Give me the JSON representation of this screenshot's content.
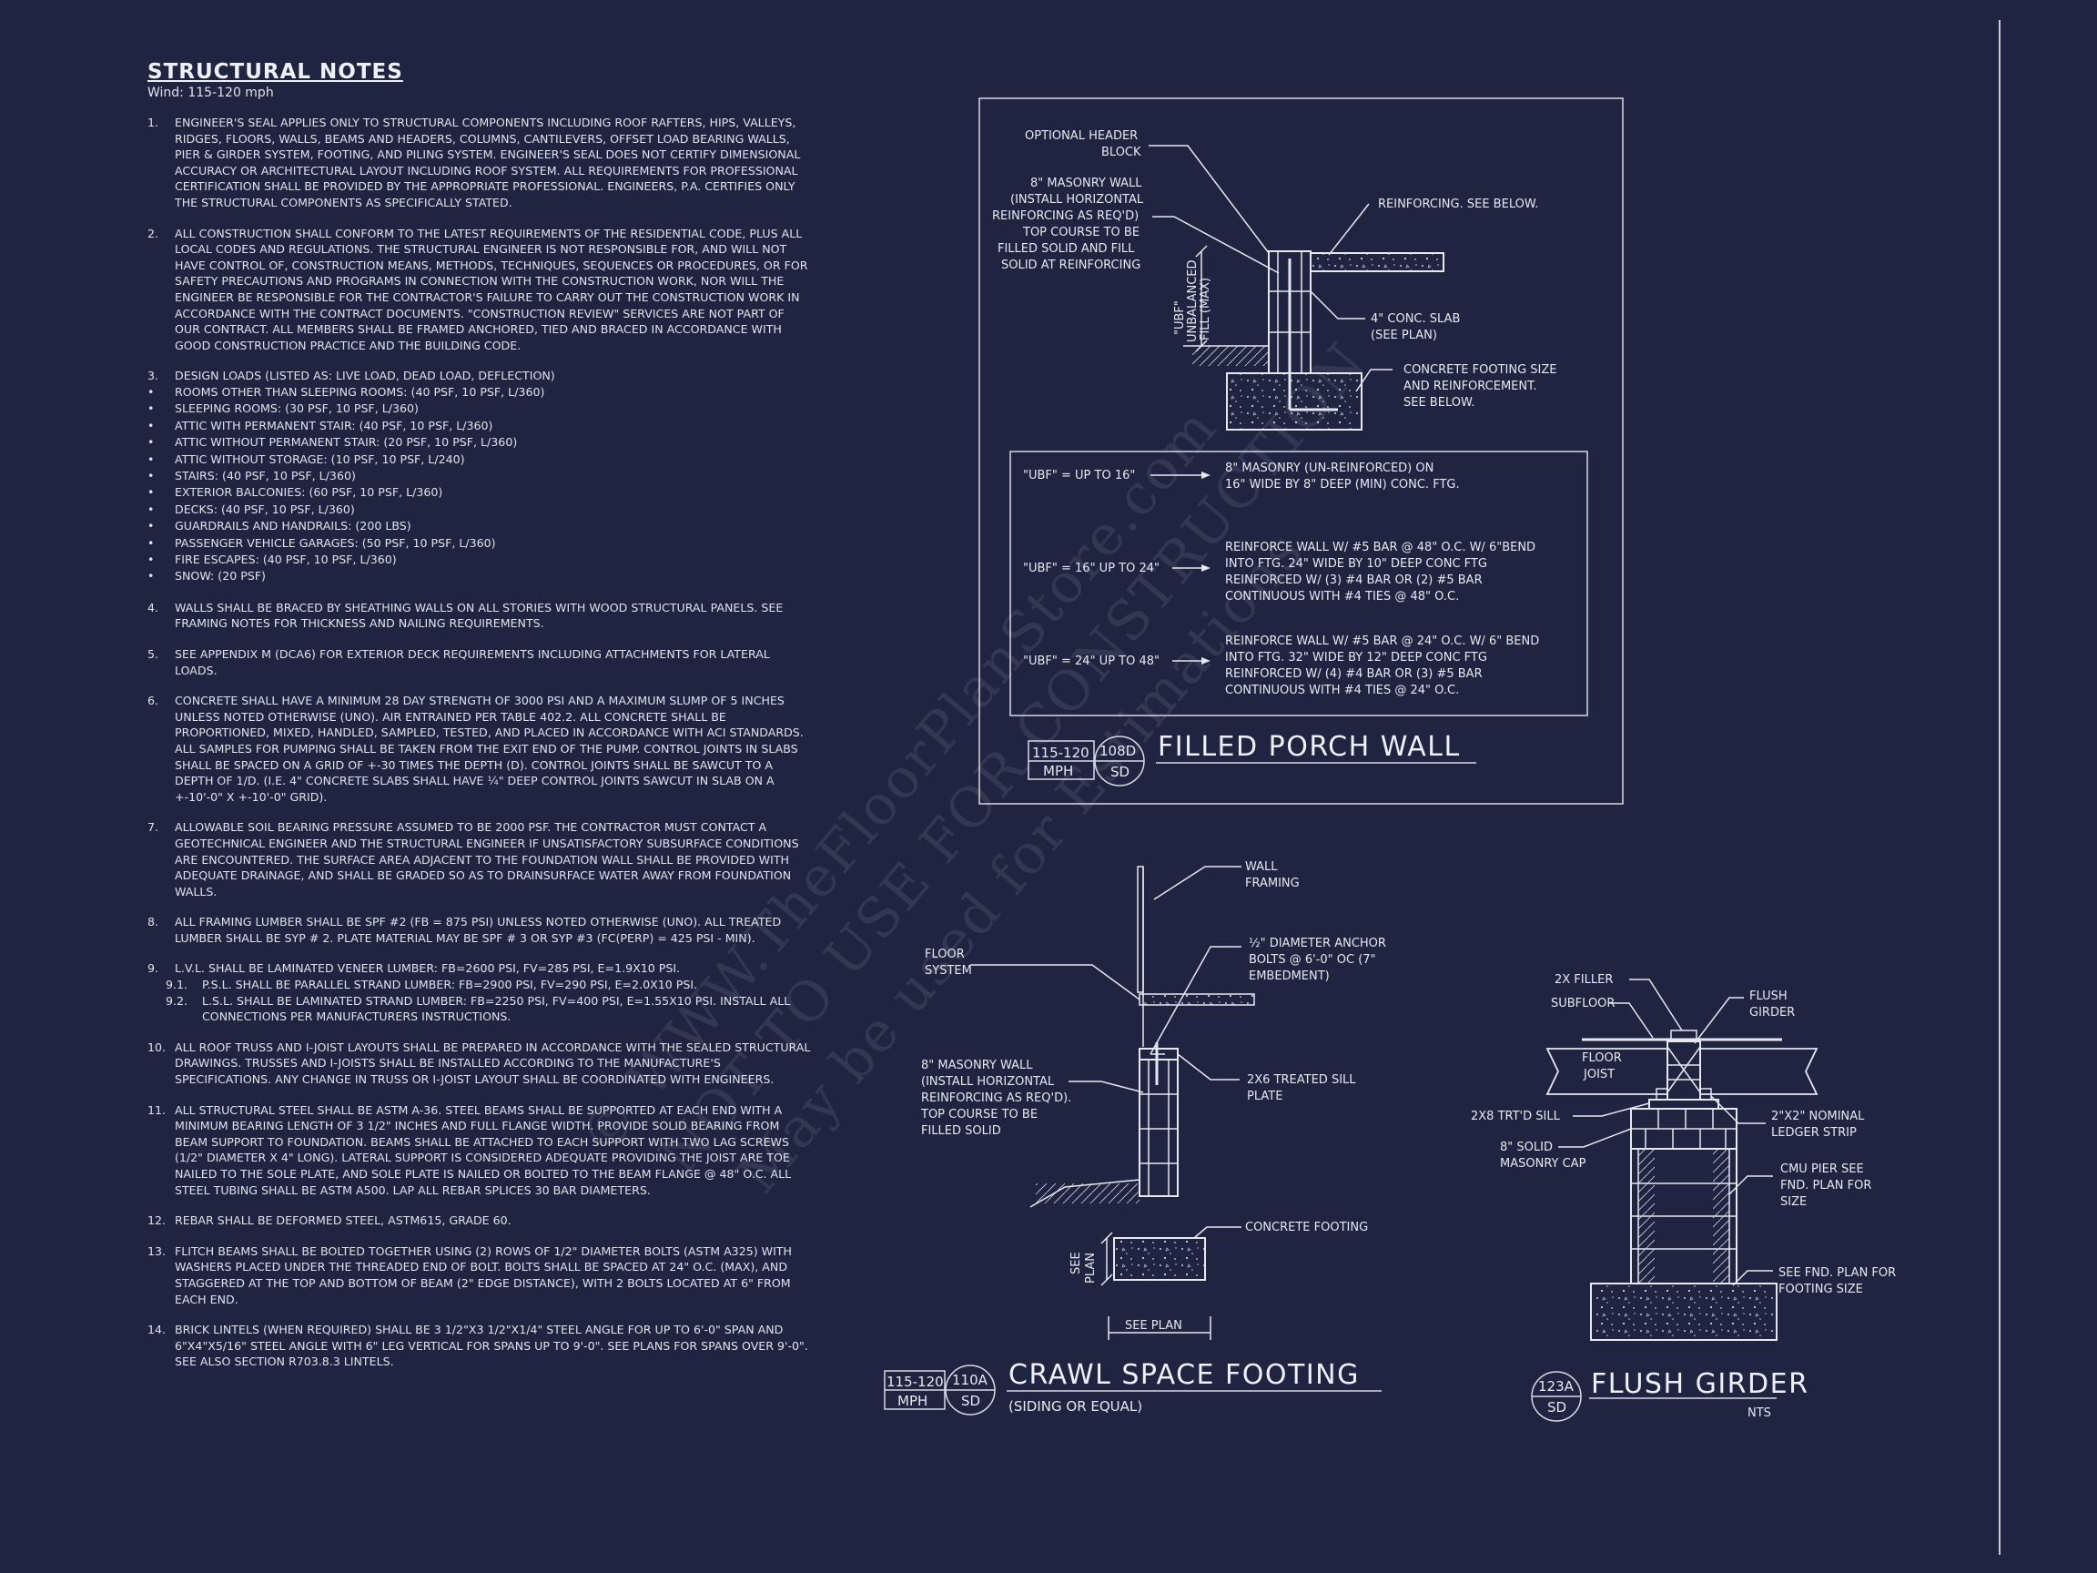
{
  "notes": {
    "title": "STRUCTURAL NOTES",
    "subtitle": "Wind: 115-120 mph",
    "items": [
      {
        "num": "1.",
        "text": "ENGINEER'S SEAL APPLIES ONLY TO STRUCTURAL COMPONENTS INCLUDING ROOF RAFTERS, HIPS, VALLEYS, RIDGES, FLOORS, WALLS, BEAMS AND HEADERS, COLUMNS, CANTILEVERS, OFFSET LOAD BEARING WALLS, PIER & GIRDER SYSTEM, FOOTING, AND PILING SYSTEM. ENGINEER'S SEAL DOES NOT CERTIFY DIMENSIONAL ACCURACY OR ARCHITECTURAL LAYOUT INCLUDING ROOF SYSTEM. ALL REQUIREMENTS FOR PROFESSIONAL CERTIFICATION SHALL BE PROVIDED BY THE APPROPRIATE PROFESSIONAL. ENGINEERS, P.A. CERTIFIES ONLY THE STRUCTURAL COMPONENTS AS SPECIFICALLY STATED."
      },
      {
        "num": "2.",
        "text": "ALL CONSTRUCTION SHALL CONFORM TO THE LATEST REQUIREMENTS OF THE RESIDENTIAL CODE, PLUS ALL LOCAL CODES AND REGULATIONS. THE STRUCTURAL ENGINEER IS NOT RESPONSIBLE FOR, AND WILL NOT HAVE CONTROL OF, CONSTRUCTION MEANS, METHODS, TECHNIQUES, SEQUENCES OR PROCEDURES, OR FOR SAFETY PRECAUTIONS AND PROGRAMS IN CONNECTION WITH THE CONSTRUCTION WORK, NOR WILL THE ENGINEER BE RESPONSIBLE FOR THE CONTRACTOR'S FAILURE TO CARRY OUT THE CONSTRUCTION WORK IN ACCORDANCE WITH THE CONTRACT DOCUMENTS. \"CONSTRUCTION REVIEW\" SERVICES ARE NOT PART OF OUR CONTRACT. ALL MEMBERS SHALL BE FRAMED ANCHORED, TIED AND BRACED IN ACCORDANCE WITH GOOD CONSTRUCTION PRACTICE AND THE BUILDING CODE."
      },
      {
        "num": "3.",
        "text": "DESIGN LOADS (LISTED AS: LIVE LOAD, DEAD LOAD, DEFLECTION)",
        "bullets": [
          "ROOMS OTHER THAN SLEEPING ROOMS: (40 PSF, 10 PSF, L/360)",
          "SLEEPING ROOMS: (30 PSF, 10 PSF, L/360)",
          "ATTIC WITH PERMANENT STAIR: (40 PSF, 10 PSF, L/360)",
          "ATTIC WITHOUT PERMANENT STAIR: (20 PSF, 10 PSF, L/360)",
          "ATTIC WITHOUT STORAGE: (10 PSF, 10 PSF, L/240)",
          "STAIRS: (40 PSF, 10 PSF, L/360)",
          "EXTERIOR BALCONIES: (60 PSF, 10 PSF, L/360)",
          "DECKS: (40 PSF, 10 PSF, L/360)",
          "GUARDRAILS AND HANDRAILS: (200 LBS)",
          "PASSENGER VEHICLE GARAGES: (50 PSF, 10 PSF, L/360)",
          "FIRE ESCAPES: (40 PSF, 10 PSF, L/360)",
          "SNOW: (20 PSF)"
        ]
      },
      {
        "num": "4.",
        "text": "WALLS SHALL BE BRACED BY SHEATHING WALLS ON ALL STORIES WITH WOOD STRUCTURAL PANELS. SEE FRAMING NOTES FOR THICKNESS AND NAILING REQUIREMENTS."
      },
      {
        "num": "5.",
        "text": "SEE APPENDIX M (DCA6) FOR EXTERIOR DECK REQUIREMENTS INCLUDING ATTACHMENTS FOR LATERAL LOADS."
      },
      {
        "num": "6.",
        "text": "CONCRETE SHALL HAVE A MINIMUM 28 DAY STRENGTH OF 3000 PSI AND A MAXIMUM SLUMP OF 5 INCHES UNLESS NOTED OTHERWISE (UNO). AIR ENTRAINED PER TABLE 402.2. ALL CONCRETE SHALL BE PROPORTIONED, MIXED, HANDLED, SAMPLED, TESTED, AND PLACED IN ACCORDANCE WITH ACI STANDARDS. ALL SAMPLES FOR PUMPING SHALL BE TAKEN FROM THE EXIT END OF THE PUMP. CONTROL JOINTS IN SLABS SHALL BE SPACED ON A GRID OF +-30 TIMES THE DEPTH (D). CONTROL JOINTS SHALL BE SAWCUT TO A DEPTH OF 1/D. (I.E. 4\" CONCRETE SLABS SHALL HAVE ¼\" DEEP CONTROL JOINTS SAWCUT IN SLAB ON A +-10'-0\" x +-10'-0\" GRID)."
      },
      {
        "num": "7.",
        "text": "ALLOWABLE SOIL BEARING PRESSURE ASSUMED TO BE 2000 PSF. THE CONTRACTOR MUST CONTACT A GEOTECHNICAL ENGINEER AND THE STRUCTURAL ENGINEER IF UNSATISFACTORY SUBSURFACE CONDITIONS ARE ENCOUNTERED. THE SURFACE AREA ADJACENT TO THE FOUNDATION WALL SHALL BE PROVIDED WITH ADEQUATE DRAINAGE, AND SHALL BE GRADED SO AS TO DRAINSURFACE WATER AWAY FROM FOUNDATION WALLS."
      },
      {
        "num": "8.",
        "text": "ALL FRAMING LUMBER SHALL BE SPF #2 (Fb = 875 PSI) UNLESS NOTED OTHERWISE (UNO). ALL TREATED LUMBER SHALL BE SYP # 2. PLATE MATERIAL MAY BE SPF # 3 OR SYP #3 (Fc(perp) = 425 PSI - MIN)."
      },
      {
        "num": "9.",
        "text": "L.V.L. SHALL BE LAMINATED VENEER LUMBER: Fb=2600 PSI, Fv=285 PSI, E=1.9x10 PSI.",
        "subs": [
          {
            "num": "9.1.",
            "text": "P.S.L. SHALL BE PARALLEL STRAND LUMBER: Fb=2900 PSI, Fv=290 PSI, E=2.0x10 PSI."
          },
          {
            "num": "9.2.",
            "text": "L.S.L. SHALL BE LAMINATED STRAND LUMBER: Fb=2250 PSI, Fv=400 PSI, E=1.55x10 PSI. INSTALL ALL CONNECTIONS PER MANUFACTURERS INSTRUCTIONS."
          }
        ]
      },
      {
        "num": "10.",
        "text": "ALL ROOF TRUSS AND I-JOIST LAYOUTS SHALL BE PREPARED IN ACCORDANCE WITH THE SEALED STRUCTURAL DRAWINGS. TRUSSES AND I-JOISTS SHALL BE INSTALLED ACCORDING TO THE MANUFACTURE'S SPECIFICATIONS. ANY CHANGE IN TRUSS OR I-JOIST LAYOUT SHALL BE COORDINATED WITH ENGINEERS."
      },
      {
        "num": "11.",
        "text": "ALL STRUCTURAL STEEL SHALL BE ASTM A-36. STEEL BEAMS SHALL BE SUPPORTED AT EACH END WITH A MINIMUM BEARING LENGTH OF 3 1/2\" INCHES AND FULL FLANGE WIDTH. PROVIDE SOLID BEARING FROM BEAM SUPPORT TO FOUNDATION. BEAMS SHALL BE ATTACHED TO EACH SUPPORT WITH TWO LAG SCREWS (1/2\" DIAMETER x 4\" LONG). LATERAL SUPPORT IS CONSIDERED ADEQUATE PROVIDING THE JOIST ARE TOE NAILED TO THE SOLE PLATE, AND SOLE PLATE IS NAILED OR BOLTED TO THE BEAM FLANGE @ 48\" O.C. ALL STEEL TUBING SHALL BE ASTM A500. LAP ALL REBAR SPLICES 30 BAR DIAMETERS."
      },
      {
        "num": "12.",
        "text": "REBAR SHALL BE DEFORMED STEEL, ASTM615, GRADE 60."
      },
      {
        "num": "13.",
        "text": "FLITCH BEAMS SHALL BE BOLTED TOGETHER USING (2) ROWS OF 1/2\" DIAMETER BOLTS (ASTM A325) WITH WASHERS PLACED UNDER THE THREADED END OF BOLT. BOLTS SHALL BE SPACED AT 24\" O.C. (MAX), AND STAGGERED AT THE TOP AND BOTTOM OF BEAM (2\" EDGE DISTANCE), WITH 2 BOLTS LOCATED AT 6\" FROM EACH END."
      },
      {
        "num": "14.",
        "text": "BRICK LINTELS (WHEN REQUIRED) SHALL BE 3 1/2\"x3 1/2\"x1/4\" STEEL ANGLE FOR UP TO 6'-0\" SPAN AND 6\"x4\"x5/16\" STEEL ANGLE WITH 6\" LEG VERTICAL FOR SPANS UP TO 9'-0\". SEE PLANS FOR SPANS OVER 9'-0\". SEE ALSO SECTION R703.8.3 LINTELS."
      }
    ]
  },
  "porch": {
    "title": "FILLED PORCH WALL",
    "tag_top": "115-120",
    "tag_bottom": "MPH",
    "detail_num": "108D",
    "detail_sheet": "SD",
    "labels": {
      "header_block_1": "OPTIONAL HEADER",
      "header_block_2": "BLOCK",
      "masonry_1": "8\" MASONRY WALL",
      "masonry_2": "(INSTALL HORIZONTAL",
      "masonry_3": "REINFORCING AS REQ'D)",
      "masonry_4": "TOP COURSE TO BE",
      "masonry_5": "FILLED SOLID AND FILL",
      "masonry_6": "SOLID AT REINFORCING",
      "reinforcing": "REINFORCING. SEE BELOW.",
      "slab_1": "4\" CONC. SLAB",
      "slab_2": "(SEE PLAN)",
      "footing_1": "CONCRETE FOOTING SIZE",
      "footing_2": "AND REINFORCEMENT.",
      "footing_3": "SEE BELOW.",
      "ubf_1": "\"UBF\"",
      "ubf_2": "UNBALANCED",
      "ubf_3": "FILL (MAX)"
    },
    "table": [
      {
        "cond": "\"UBF\" = UP TO 16\"",
        "lines": [
          "8\" MASONRY (UN-REINFORCED) ON",
          "16\" WIDE BY 8\" DEEP (MIN) CONC. FTG."
        ]
      },
      {
        "cond": "\"UBF\" = 16\" UP TO 24\"",
        "lines": [
          "REINFORCE WALL W/ #5 BAR @ 48\" O.C. W/ 6\"BEND",
          "INTO FTG. 24\" WIDE BY 10\" DEEP CONC FTG",
          "REINFORCED W/ (3) #4 BAR OR (2) #5 BAR",
          "CONTINUOUS WITH #4 TIES @ 48\" O.C."
        ]
      },
      {
        "cond": "\"UBF\" = 24\" UP TO 48\"",
        "lines": [
          "REINFORCE WALL W/ #5 BAR @ 24\" O.C. W/ 6\" BEND",
          "INTO FTG. 32\" WIDE BY 12\" DEEP CONC FTG",
          "REINFORCED W/ (4) #4 BAR OR (3) #5 BAR",
          "CONTINUOUS WITH #4 TIES @ 24\" O.C."
        ]
      }
    ]
  },
  "crawl": {
    "title": "CRAWL SPACE FOOTING",
    "subtitle": "(SIDING OR EQUAL)",
    "tag_top": "115-120",
    "tag_bottom": "MPH",
    "detail_num": "110A",
    "detail_sheet": "SD",
    "labels": {
      "wall_1": "WALL",
      "wall_2": "FRAMING",
      "anchor_1": "½\" DIAMETER ANCHOR",
      "anchor_2": "BOLTS @ 6'-0\" OC (7\"",
      "anchor_3": "EMBEDMENT)",
      "floor_1": "FLOOR",
      "floor_2": "SYSTEM",
      "sill_1": "2x6 TREATED SILL",
      "sill_2": "PLATE",
      "masonry_1": "8\" MASONRY WALL",
      "masonry_2": "(INSTALL HORIZONTAL",
      "masonry_3": "REINFORCING AS REQ'D).",
      "masonry_4": "TOP COURSE TO BE",
      "masonry_5": "FILLED SOLID",
      "footing": "CONCRETE FOOTING",
      "see_plan_v1": "SEE",
      "see_plan_v2": "PLAN",
      "see_plan_h": "SEE PLAN"
    }
  },
  "girder": {
    "title": "FLUSH GIRDER",
    "scale": "NTS",
    "detail_num": "123A",
    "detail_sheet": "SD",
    "labels": {
      "filler": "2X FILLER",
      "subfloor": "SUBFLOOR",
      "flush_1": "FLUSH",
      "flush_2": "GIRDER",
      "joist_1": "FLOOR",
      "joist_2": "JOIST",
      "sill": "2X8 TRT'D SILL",
      "ledger_1": "2\"X2\" NOMINAL",
      "ledger_2": "LEDGER STRIP",
      "solid_1": "8\" SOLID",
      "solid_2": "MASONRY CAP",
      "pier_1": "CMU PIER SEE",
      "pier_2": "FND. PLAN FOR",
      "pier_3": "SIZE",
      "fnd_1": "SEE FND. PLAN FOR",
      "fnd_2": "FOOTING SIZE"
    }
  },
  "watermark": {
    "line1": "© WWW.TheFloorPlanStore.com",
    "line2": "NOT TO USE FOR CONSTRUCTION",
    "line3": "May be used for Estimations"
  }
}
